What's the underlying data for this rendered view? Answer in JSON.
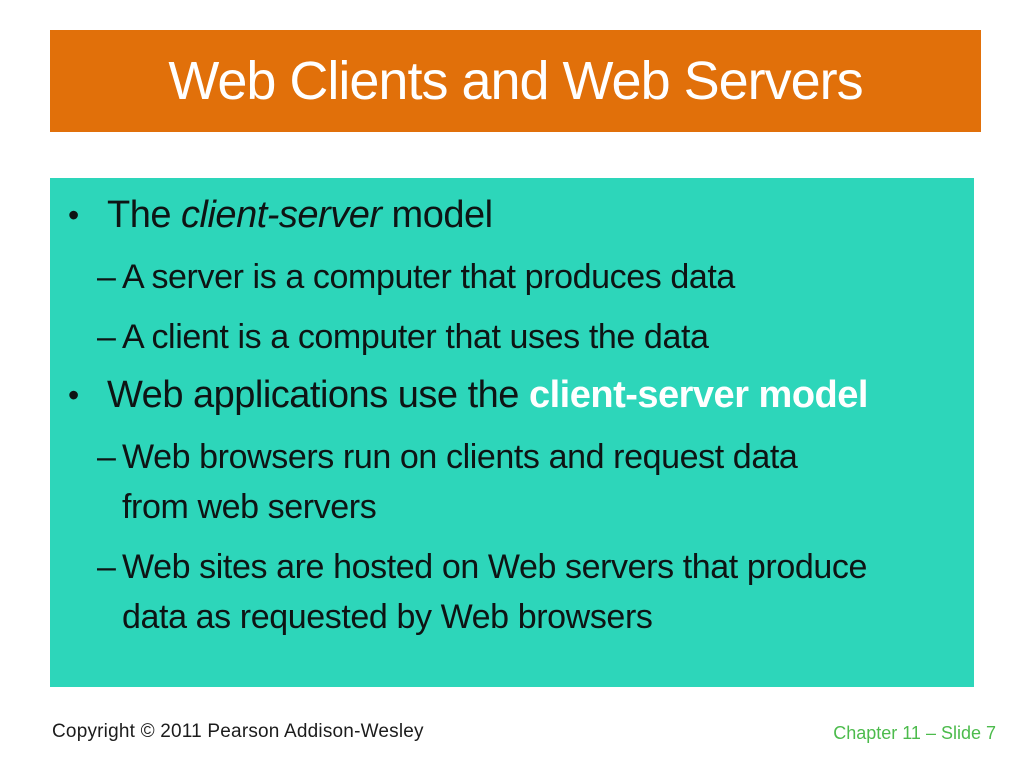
{
  "slide": {
    "title": "Web Clients and Web Servers",
    "markers": {
      "bullet": "•",
      "dash": "–"
    },
    "body": {
      "bullet1": {
        "pre": "The ",
        "emphasis": "client-server",
        "post": " model"
      },
      "sub1a": "A server is a computer that produces data",
      "sub1b": "A client is a computer that uses the data",
      "bullet2": {
        "pre": "Web applications use the ",
        "highlight": "client-server model"
      },
      "sub2a": {
        "line1": "Web browsers run on clients and request data",
        "line2": "from web servers"
      },
      "sub2b": {
        "line1": "Web sites are hosted on Web servers that produce",
        "line2": "data as requested by Web browsers"
      }
    }
  },
  "footer": {
    "copyright": "Copyright © 2011 Pearson Addison-Wesley",
    "chapter": "Chapter 11 – Slide 7"
  },
  "colors": {
    "header_bg": "#E1700A",
    "content_bg": "#2DD6BA",
    "title_text": "#FFFFFF",
    "body_text": "#0E1414",
    "highlight_text": "#FFFFFF",
    "copyright_text": "#1C1C1C",
    "chapter_text": "#4CBB4C",
    "page_bg": "#FFFFFF"
  }
}
